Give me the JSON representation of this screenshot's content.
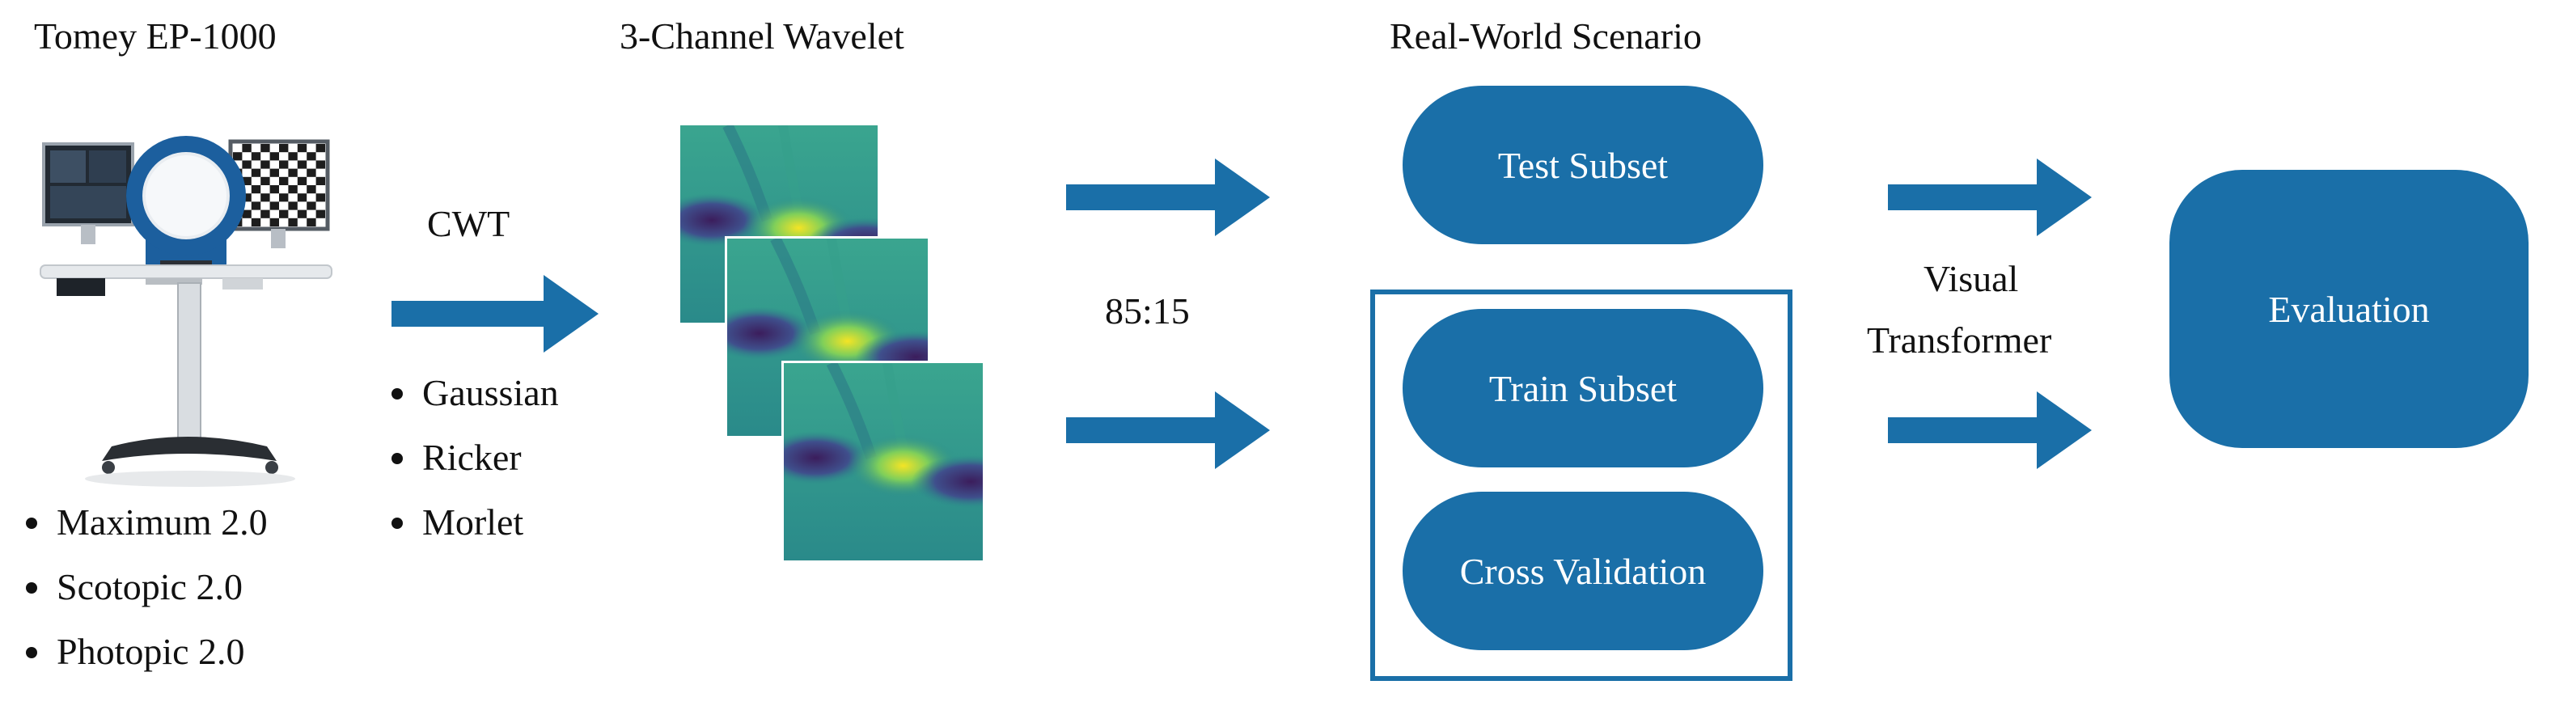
{
  "device": {
    "title": "Tomey EP-1000",
    "protocols": [
      "Maximum 2.0",
      "Scotopic 2.0",
      "Photopic 2.0"
    ]
  },
  "cwt": {
    "label": "CWT",
    "wavelets": [
      "Gaussian",
      "Ricker",
      "Morlet"
    ]
  },
  "wavelet_block": {
    "title": "3-Channel Wavelet"
  },
  "split": {
    "ratio_label": "85:15"
  },
  "scenario": {
    "title": "Real-World Scenario",
    "test_subset": "Test Subset",
    "train_subset": "Train Subset",
    "cross_validation": "Cross Validation"
  },
  "model": {
    "line1": "Visual",
    "line2": "Transformer"
  },
  "evaluation": {
    "label": "Evaluation"
  },
  "colors": {
    "accent": "#1a6fa8",
    "text": "#111111",
    "device_blue": "#1c5f9e",
    "scalogram_base": "#2a8a8a",
    "scalogram_bright": "#f4e425",
    "scalogram_dark": "#3b1d5c"
  }
}
